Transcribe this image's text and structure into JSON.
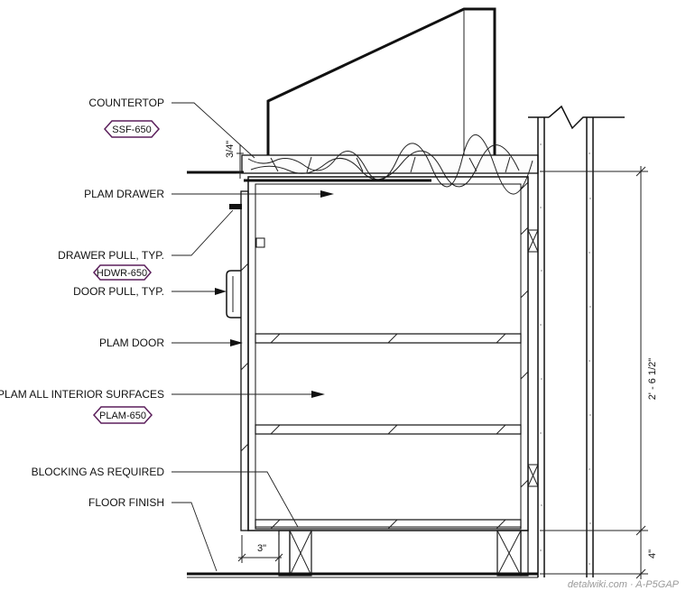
{
  "labels": {
    "countertop": "COUNTERTOP",
    "plam_drawer": "PLAM DRAWER",
    "drawer_pull": "DRAWER PULL, TYP.",
    "door_pull": "DOOR PULL, TYP.",
    "plam_door": "PLAM DOOR",
    "plam_interior": "PLAM ALL INTERIOR SURFACES",
    "blocking": "BLOCKING AS REQUIRED",
    "floor_finish": "FLOOR FINISH"
  },
  "tags": {
    "countertop": "SSF-650",
    "hardware": "HDWR-650",
    "plam": "PLAM-650"
  },
  "dimensions": {
    "countertop_thickness": "3/4\"",
    "cabinet_height": "2' - 6 1/2\"",
    "toe_kick_height": "4\"",
    "toe_kick_depth": "3\""
  },
  "watermark": "detalwiki.com · A-P5GAP",
  "colors": {
    "tag_outline": "#5b1f5b",
    "line": "#111111"
  }
}
